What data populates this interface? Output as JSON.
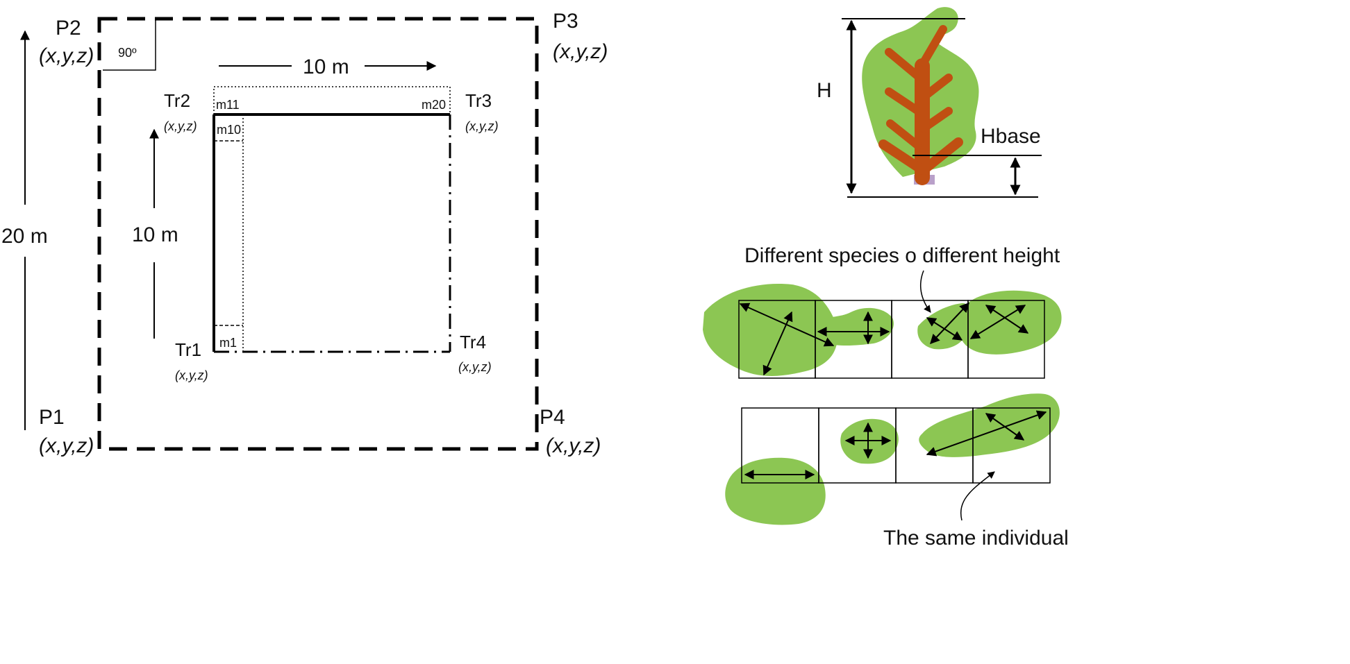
{
  "plot": {
    "corners": {
      "p1": {
        "name": "P1",
        "coords": "(x,y,z)"
      },
      "p2": {
        "name": "P2",
        "coords": "(x,y,z)"
      },
      "p3": {
        "name": "P3",
        "coords": "(x,y,z)"
      },
      "p4": {
        "name": "P4",
        "coords": "(x,y,z)"
      }
    },
    "angle": "90º",
    "side_length": "20 m"
  },
  "transect": {
    "corners": {
      "tr1": {
        "name": "Tr1",
        "coords": "(x,y,z)"
      },
      "tr2": {
        "name": "Tr2",
        "coords": "(x,y,z)"
      },
      "tr3": {
        "name": "Tr3",
        "coords": "(x,y,z)"
      },
      "tr4": {
        "name": "Tr4",
        "coords": "(x,y,z)"
      }
    },
    "horizontal_length": "10 m",
    "vertical_length": "10 m",
    "marks": {
      "m1": "m1",
      "m10": "m10",
      "m11": "m11",
      "m20": "m20"
    }
  },
  "tree": {
    "height_label": "H",
    "base_height_label": "Hbase"
  },
  "canopy": {
    "annotation_top": "Different species o different height",
    "annotation_bottom": "The same individual"
  },
  "colors": {
    "canopy": "#8cc653",
    "trunk": "#c04f12",
    "line": "#000000"
  }
}
